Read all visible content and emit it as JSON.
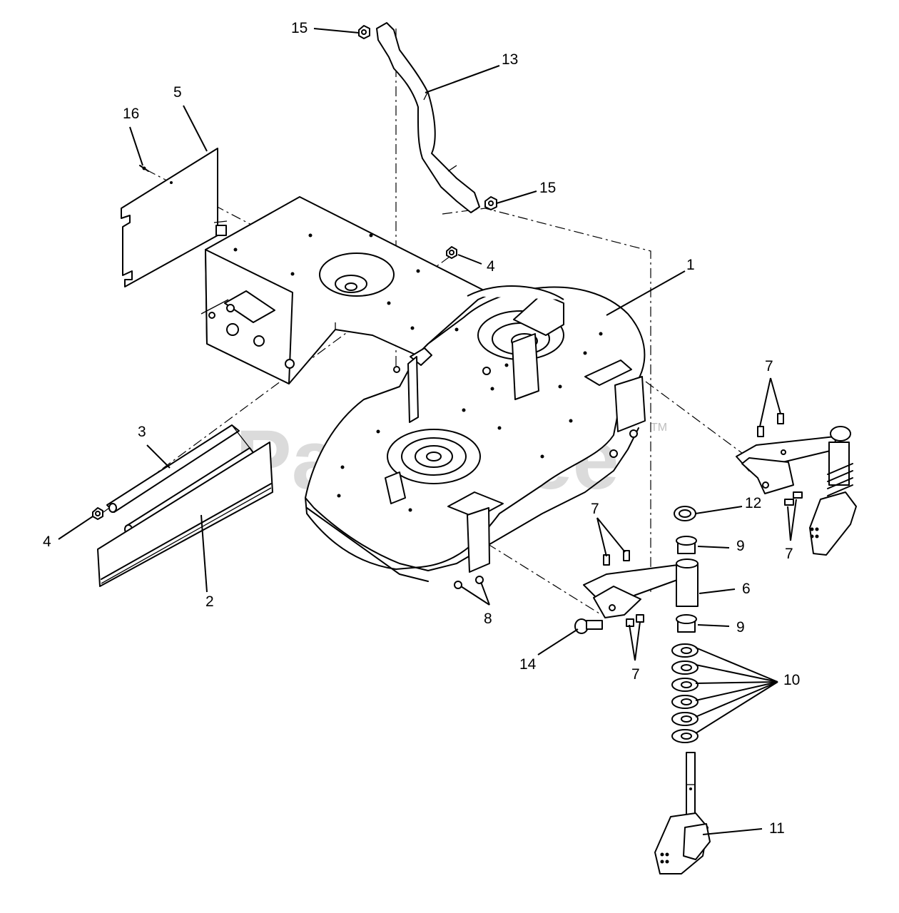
{
  "watermark": {
    "brand": "PartsTree",
    "trademark": "TM"
  },
  "callouts": {
    "c1": "1",
    "c2": "2",
    "c3": "3",
    "c4a": "4",
    "c4b": "4",
    "c5": "5",
    "c6": "6",
    "c7a": "7",
    "c7b": "7",
    "c7c": "7",
    "c7d": "7",
    "c8": "8",
    "c9a": "9",
    "c9b": "9",
    "c10": "10",
    "c11": "11",
    "c12": "12",
    "c13": "13",
    "c14": "14",
    "c15a": "15",
    "c15b": "15",
    "c16": "16"
  }
}
